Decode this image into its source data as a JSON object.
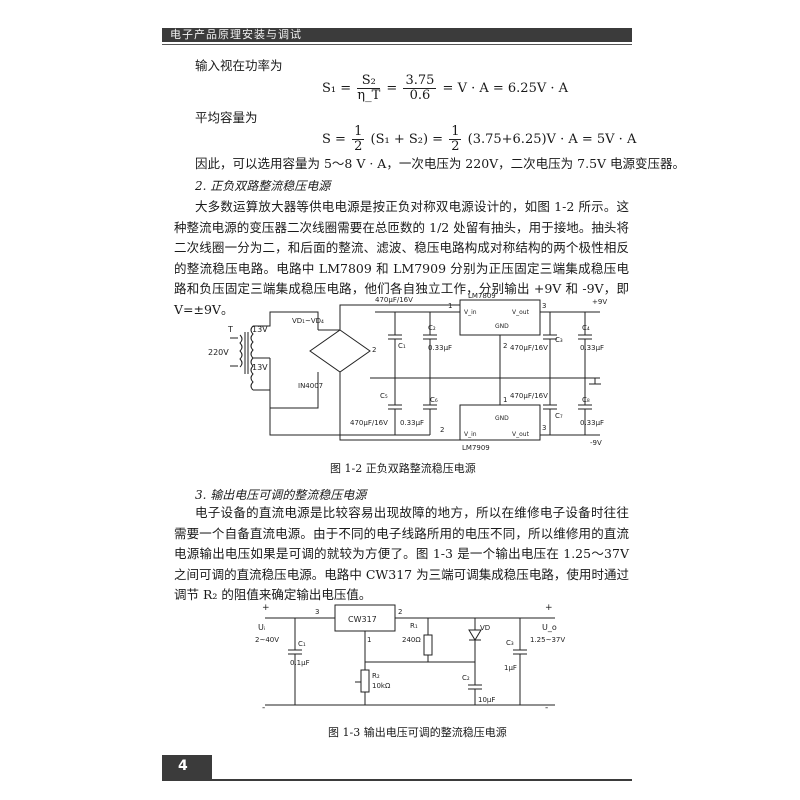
{
  "header": {
    "title": "电子产品原理安装与调试"
  },
  "text1": "输入视在功率为",
  "formula1": {
    "lhs": "S₁ =",
    "frac1_num": "S₂",
    "frac1_den": "η_T",
    "eq": "=",
    "frac2_num": "3.75",
    "frac2_den": "0.6",
    "rhs": "= V · A = 6.25V · A"
  },
  "text2": "平均容量为",
  "formula2": {
    "lhs": "S =",
    "frac1_num": "1",
    "frac1_den": "2",
    "mid": "(S₁ + S₂) =",
    "frac2_num": "1",
    "frac2_den": "2",
    "rhs": "(3.75+6.25)V · A = 5V · A"
  },
  "text3": "因此，可以选用容量为 5～8 V · A，一次电压为 220V，二次电压为 7.5V 电源变压器。",
  "heading2": "2.  正负双路整流稳压电源",
  "para2": "大多数运算放大器等供电电源是按正负对称双电源设计的，如图 1-2 所示。这种整流电源的变压器二次线圈需要在总匝数的 1/2 处留有抽头，用于接地。抽头将二次线圈一分为二，和后面的整流、滤波、稳压电路构成对称结构的两个极性相反的整流稳压电路。电路中 LM7809 和 LM7909 分别为正压固定三端集成稳压电路和负压固定三端集成稳压电路，他们各自独立工作，分别输出 +9V 和 -9V，即 V=±9V。",
  "fig1": {
    "caption": "图 1-2   正负双路整流稳压电源",
    "T": "T",
    "v220": "220V",
    "v13a": "13V",
    "v13b": "13V",
    "vd": "VD₁~VD₄",
    "in4007": "IN4007",
    "c1": "C₁",
    "c1v": "470μF/16V",
    "c2": "C₂",
    "c2v": "0.33μF",
    "c3": "C₃",
    "c3v": "470μF/16V",
    "c4": "C₄",
    "c4v": "0.33μF",
    "c5": "C₅",
    "c5v": "470μF/16V",
    "c6": "C₆",
    "c6v": "0.33μF",
    "c7": "C₇",
    "c7v": "470μF/16V",
    "c8": "C₈",
    "c8v": "0.33μF",
    "lm7809": "LM7809",
    "lm7909": "LM7909",
    "vin": "V_in",
    "vout": "V_out",
    "gnd": "GND",
    "p9": "+9V",
    "m9": "-9V",
    "n1": "1",
    "n2": "2",
    "n3": "3"
  },
  "heading3": "3.  输出电压可调的整流稳压电源",
  "para3": "电子设备的直流电源是比较容易出现故障的地方，所以在维修电子设备时往往需要一个自备直流电源。由于不同的电子线路所用的电压不同，所以维修用的直流电源输出电压如果是可调的就较为方便了。图 1-3 是一个输出电压在 1.25～37V 之间可调的直流稳压电源。电路中 CW317 为三端可调集成稳压电路，使用时通过调节 R₂ 的阻值来确定输出电压值。",
  "fig2": {
    "caption": "图 1-3   输出电压可调的整流稳压电源",
    "cw317": "CW317",
    "ui": "Uᵢ",
    "uirange": "2~40V",
    "uo": "U_o",
    "uorange": "1.25~37V",
    "c1": "C₁",
    "c1v": "0.1μF",
    "r1": "R₁",
    "r1v": "240Ω",
    "r2": "R₂",
    "r2v": "10kΩ",
    "c2": "C₂",
    "c2v": "10μF",
    "c3": "C₃",
    "c3v": "1μF",
    "vd": "VD",
    "plus": "+",
    "minus": "-",
    "n1": "1",
    "n2": "2",
    "n3": "3"
  },
  "page_number": "4"
}
